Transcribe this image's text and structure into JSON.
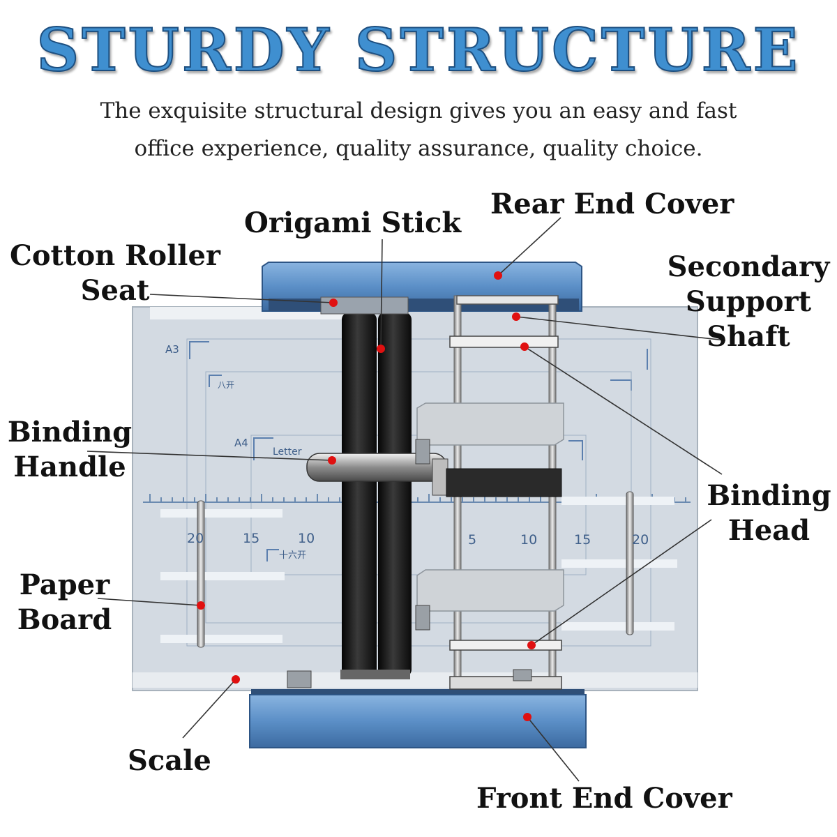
{
  "header": {
    "title": "STURDY STRUCTURE",
    "subtitle": "The exquisite structural design gives you an easy and fast office experience, quality assurance, quality choice."
  },
  "labels": {
    "origami_stick": "Origami Stick",
    "rear_end_cover": "Rear End Cover",
    "cotton_roller_seat": "Cotton Roller\nSeat",
    "secondary_support_shaft": "Secondary\nSupport\nShaft",
    "binding_handle": "Binding\nHandle",
    "binding_head": "Binding\nHead",
    "paper_board": "Paper\nBoard",
    "scale": "Scale",
    "front_end_cover": "Front End Cover"
  },
  "board_marks": {
    "a3": "A3",
    "a4": "A4",
    "letter": "Letter",
    "bakai": "八开",
    "shiliukai": "十六开",
    "scale_left": [
      "20",
      "15",
      "10"
    ],
    "scale_right": [
      "5",
      "10",
      "15",
      "20"
    ]
  },
  "colors": {
    "accent_blue": "#3f8fd0",
    "cover_blue": "#5b8fc7",
    "marker_red": "#e01010",
    "board_gray": "#d3dae2"
  }
}
